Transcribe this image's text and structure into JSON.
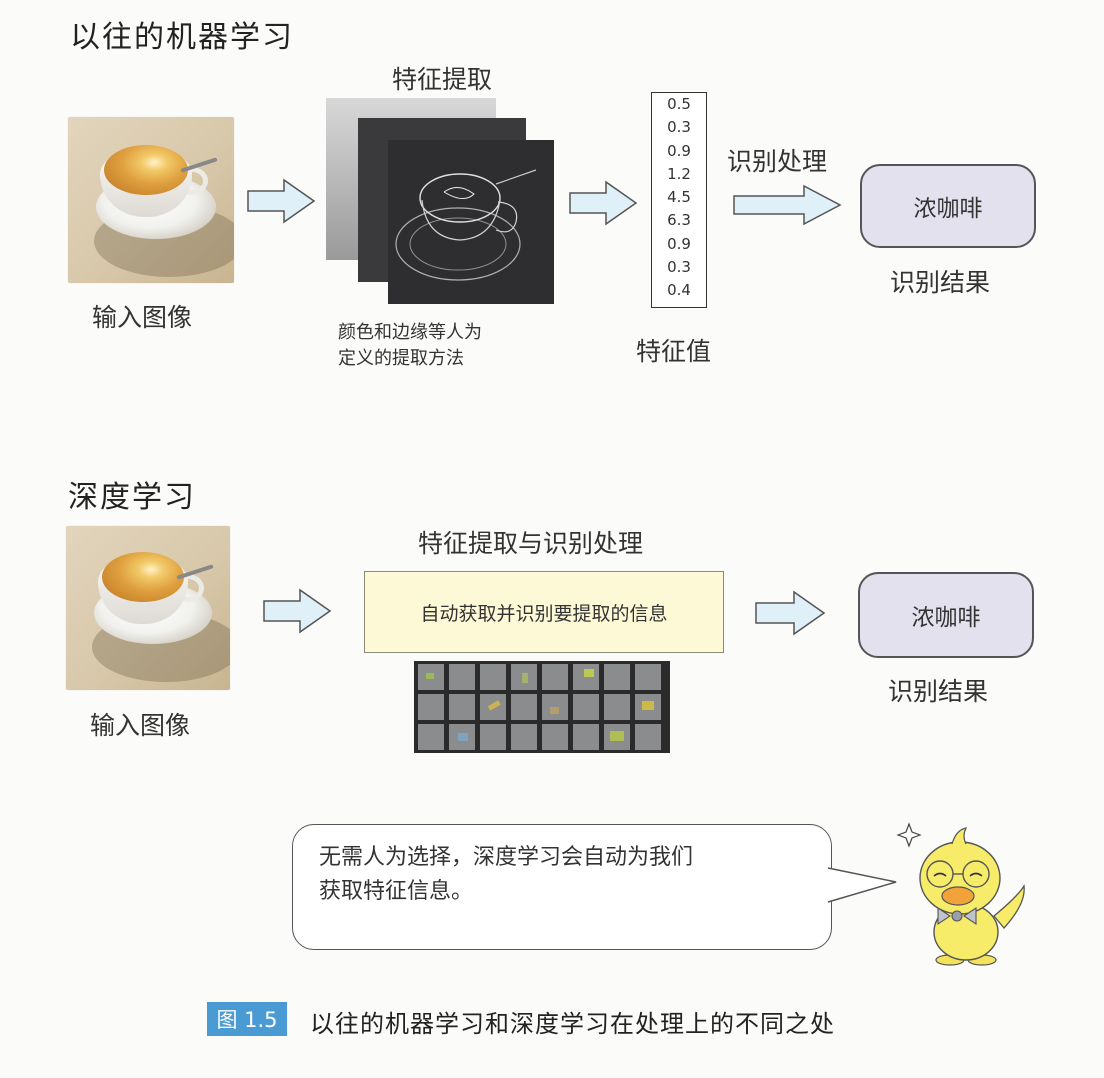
{
  "section1": {
    "title": "以往的机器学习",
    "feature_extraction_label": "特征提取",
    "input_label": "输入图像",
    "note_line1": "颜色和边缘等人为",
    "note_line2": "定义的提取方法",
    "feature_values": [
      "0.5",
      "0.3",
      "0.9",
      "1.2",
      "4.5",
      "6.3",
      "0.9",
      "0.3",
      "0.4"
    ],
    "feature_values_label": "特征值",
    "recognition_label": "识别处理",
    "result_text": "浓咖啡",
    "result_label": "识别结果"
  },
  "section2": {
    "title": "深度学习",
    "process_label": "特征提取与识别处理",
    "process_box_text": "自动获取并识别要提取的信息",
    "input_label": "输入图像",
    "result_text": "浓咖啡",
    "result_label": "识别结果"
  },
  "bubble": {
    "line1": "无需人为选择，深度学习会自动为我们",
    "line2": "获取特征信息。"
  },
  "caption": {
    "badge": "图 1.5",
    "text": "以往的机器学习和深度学习在处理上的不同之处"
  },
  "colors": {
    "arrow_fill": "#dff0f8",
    "result_fill": "#e4e1ee",
    "process_fill": "#fdf9d6",
    "badge_fill": "#4a9bd3",
    "mascot_yellow": "#f6ec6a"
  }
}
